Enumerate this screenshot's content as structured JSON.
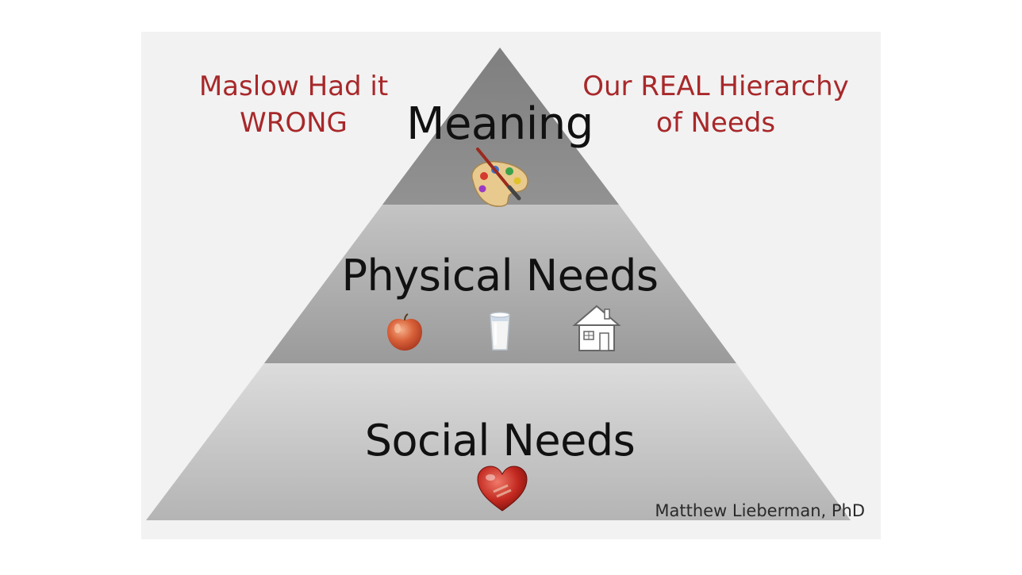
{
  "titles": {
    "left": [
      "Maslow Had it",
      "WRONG"
    ],
    "right": [
      "Our REAL Hierarchy",
      "of Needs"
    ]
  },
  "tiers": [
    {
      "label": "Meaning",
      "icons": [
        "palette-icon"
      ]
    },
    {
      "label": "Physical Needs",
      "icons": [
        "apple-icon",
        "milk-glass-icon",
        "house-icon"
      ]
    },
    {
      "label": "Social Needs",
      "icons": [
        "heart-icon"
      ]
    }
  ],
  "credit": "Matthew Lieberman, PhD",
  "colors": {
    "title": "#a8282a",
    "tier_top": "#8c8c8c",
    "tier_middle": "#a9a9a9",
    "tier_bottom": "#c8c8c8",
    "panel": "#f2f2f2"
  }
}
